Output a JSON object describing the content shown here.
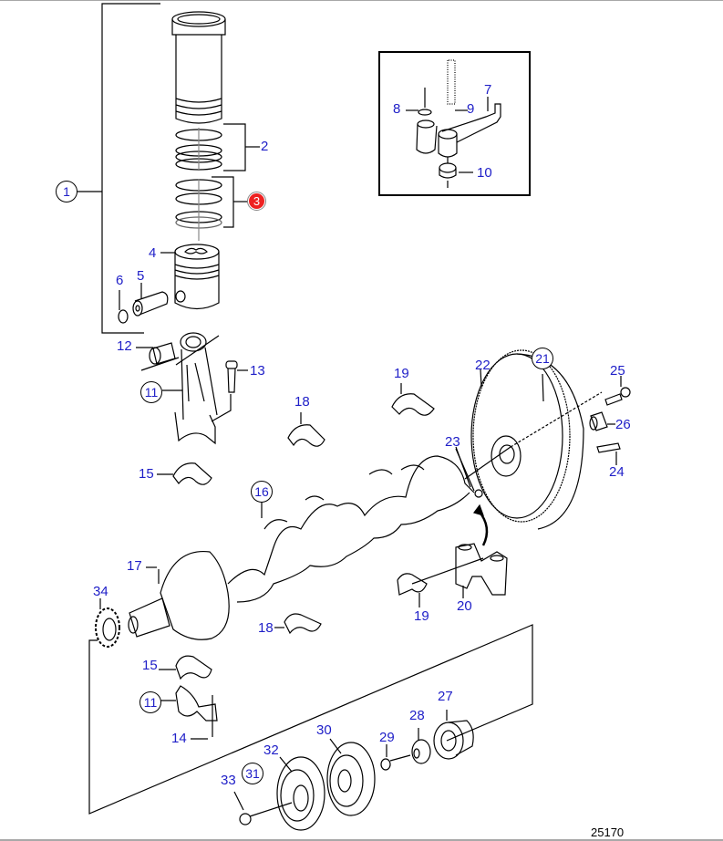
{
  "diagram": {
    "title": "Crankshaft, connecting rods and pistons - exploded parts view",
    "figure_number": "25170",
    "highlight_color": "#ee2222",
    "label_color": "#2020c8",
    "callouts": [
      {
        "id": "1",
        "style": "circled"
      },
      {
        "id": "2",
        "style": "plain"
      },
      {
        "id": "3",
        "style": "highlighted"
      },
      {
        "id": "4",
        "style": "plain"
      },
      {
        "id": "5",
        "style": "plain"
      },
      {
        "id": "6",
        "style": "plain"
      },
      {
        "id": "7",
        "style": "plain"
      },
      {
        "id": "8",
        "style": "plain"
      },
      {
        "id": "9",
        "style": "plain"
      },
      {
        "id": "10",
        "style": "plain"
      },
      {
        "id": "11",
        "style": "circled"
      },
      {
        "id": "12",
        "style": "plain"
      },
      {
        "id": "13",
        "style": "plain"
      },
      {
        "id": "14",
        "style": "plain"
      },
      {
        "id": "15",
        "style": "plain"
      },
      {
        "id": "16",
        "style": "circled"
      },
      {
        "id": "17",
        "style": "plain"
      },
      {
        "id": "18",
        "style": "plain"
      },
      {
        "id": "19",
        "style": "plain"
      },
      {
        "id": "20",
        "style": "plain"
      },
      {
        "id": "21",
        "style": "circled"
      },
      {
        "id": "22",
        "style": "plain"
      },
      {
        "id": "23",
        "style": "plain"
      },
      {
        "id": "24",
        "style": "plain"
      },
      {
        "id": "25",
        "style": "plain"
      },
      {
        "id": "26",
        "style": "plain"
      },
      {
        "id": "27",
        "style": "plain"
      },
      {
        "id": "28",
        "style": "plain"
      },
      {
        "id": "29",
        "style": "plain"
      },
      {
        "id": "30",
        "style": "plain"
      },
      {
        "id": "31",
        "style": "circled"
      },
      {
        "id": "32",
        "style": "plain"
      },
      {
        "id": "33",
        "style": "plain"
      },
      {
        "id": "34",
        "style": "plain"
      }
    ],
    "labels": {
      "c1": "1",
      "c2": "2",
      "c3": "3",
      "c4": "4",
      "c5": "5",
      "c6": "6",
      "c7": "7",
      "c8": "8",
      "c9": "9",
      "c10": "10",
      "c11a": "11",
      "c11b": "11",
      "c12": "12",
      "c13": "13",
      "c14": "14",
      "c15a": "15",
      "c15b": "15",
      "c16": "16",
      "c17": "17",
      "c18a": "18",
      "c18b": "18",
      "c19a": "19",
      "c19b": "19",
      "c20": "20",
      "c21": "21",
      "c22": "22",
      "c23": "23",
      "c24": "24",
      "c25": "25",
      "c26": "26",
      "c27": "27",
      "c28": "28",
      "c29": "29",
      "c30": "30",
      "c31": "31",
      "c32": "32",
      "c33": "33",
      "c34": "34"
    }
  }
}
